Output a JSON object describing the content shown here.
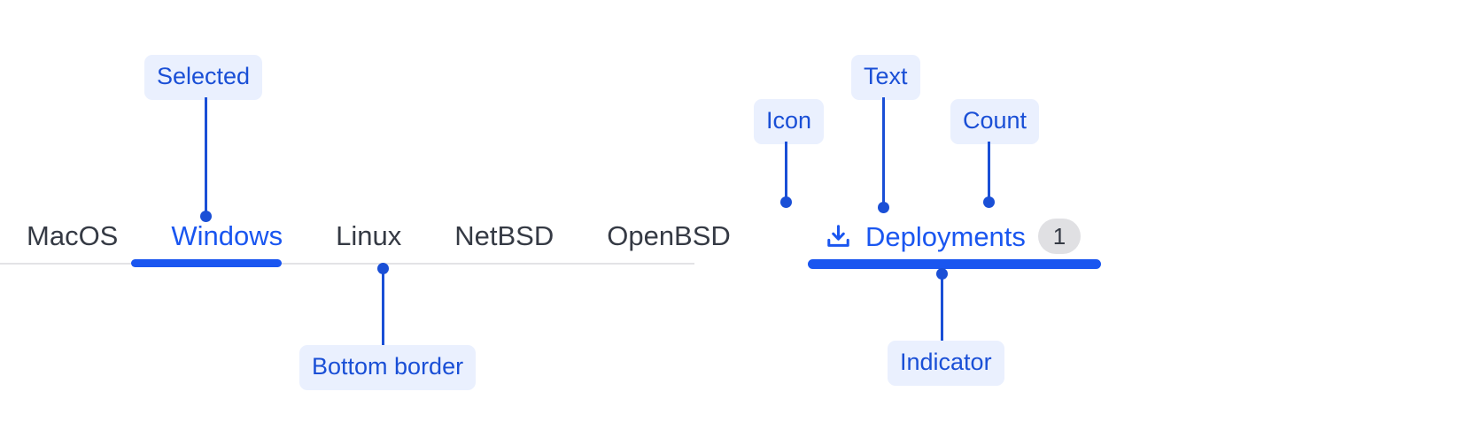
{
  "colors": {
    "accent": "#1a56f0",
    "callout_text": "#1a4fd6",
    "callout_bg": "#eaf0fe",
    "tab_text": "#353a44",
    "divider": "#e3e3e6",
    "badge_bg": "#e0e0e3"
  },
  "left_tabset": {
    "tabs": [
      {
        "label": "MacOS",
        "selected": false
      },
      {
        "label": "Windows",
        "selected": true
      },
      {
        "label": "Linux",
        "selected": false
      },
      {
        "label": "NetBSD",
        "selected": false
      },
      {
        "label": "OpenBSD",
        "selected": false
      }
    ]
  },
  "right_tabset": {
    "icon": "download-icon",
    "label": "Deployments",
    "count": "1",
    "selected": true
  },
  "annotations": [
    {
      "id": "selected",
      "label": "Selected"
    },
    {
      "id": "bottom-border",
      "label": "Bottom border"
    },
    {
      "id": "icon",
      "label": "Icon"
    },
    {
      "id": "text",
      "label": "Text"
    },
    {
      "id": "count",
      "label": "Count"
    },
    {
      "id": "indicator",
      "label": "Indicator"
    }
  ]
}
